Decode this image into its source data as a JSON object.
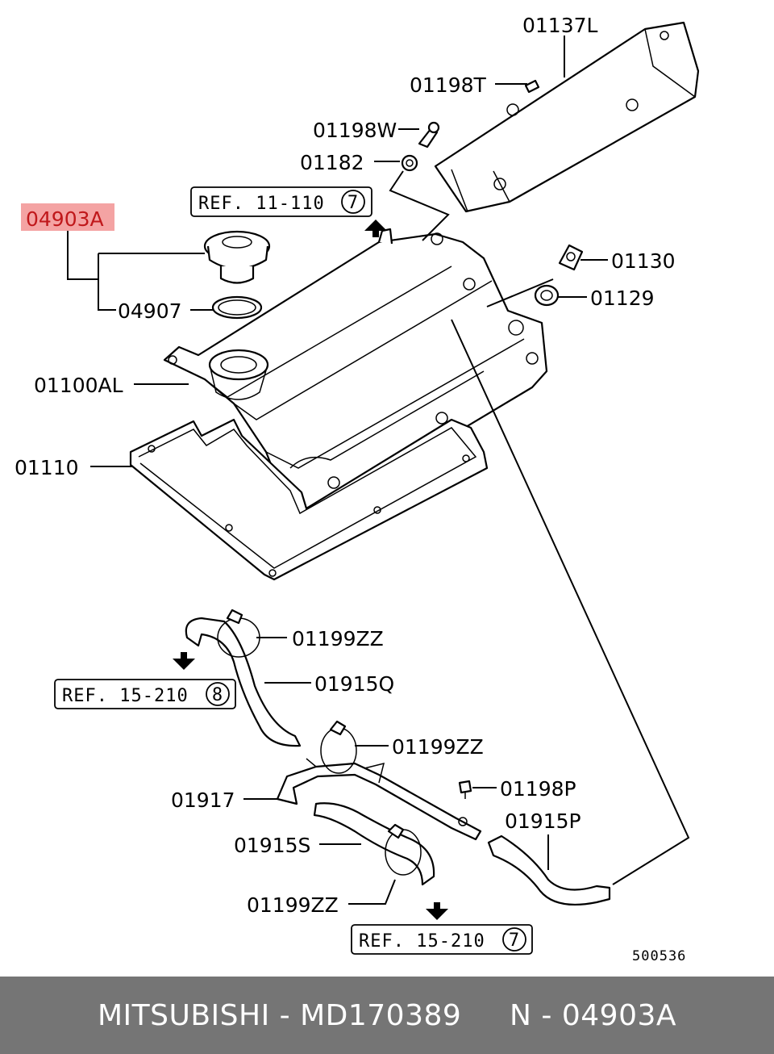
{
  "highlight_color": "#f4a3a3",
  "footer_bg": "#757575",
  "labels": {
    "l01137L": "01137L",
    "l01198T": "01198T",
    "l01198W": "01198W",
    "l01182": "01182",
    "l04903A": "04903A",
    "l04907": "04907",
    "l01130": "01130",
    "l01129": "01129",
    "l01100AL": "01100AL",
    "l01110": "01110",
    "l01199ZZ_a": "01199ZZ",
    "l01915Q": "01915Q",
    "l01199ZZ_b": "01199ZZ",
    "l01198P": "01198P",
    "l01917": "01917",
    "l01915P": "01915P",
    "l01915S": "01915S",
    "l01199ZZ_c": "01199ZZ"
  },
  "refs": {
    "ref1_text": "REF. 11-110",
    "ref1_num": "7",
    "ref2_text": "REF. 15-210",
    "ref2_num": "8",
    "ref3_text": "REF. 15-210",
    "ref3_num": "7"
  },
  "drawing_code": "500536",
  "footer": {
    "brand": "MITSUBISHI",
    "sep1": " - ",
    "part_number": "MD170389",
    "gap": "     ",
    "prefix": "N",
    "sep2": " - ",
    "ref_number": "04903A"
  }
}
